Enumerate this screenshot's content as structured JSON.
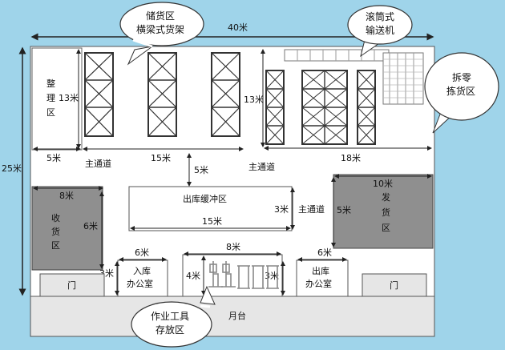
{
  "colors": {
    "background": "#9fd4ea",
    "floor": "#ffffff",
    "area_gray": "#8f8f8f",
    "dock": "#e6e6e6"
  },
  "dimensions": {
    "total_width": "40米",
    "total_height": "25米",
    "sort_height": "13米",
    "sort_width": "5米",
    "rack_width": "15米",
    "rack_height_right": "13米",
    "right_width": "18米",
    "aisle_gap": "5米",
    "recv_width": "8米",
    "recv_height": "6米",
    "ship_width": "10米",
    "ship_height": "5米",
    "buffer_width": "15米",
    "buffer_height": "3米",
    "in_office_width": "6米",
    "in_office_height": "3米",
    "tool_width": "8米",
    "tool_height": "4米",
    "tool_height_right": "3米",
    "out_office_width": "6米"
  },
  "labels": {
    "sorting_char1": "整",
    "sorting_char2": "理",
    "sorting_char3": "区",
    "main_aisle_left": "主通道",
    "main_aisle_right": "主通道",
    "main_aisle_mid": "主通道",
    "receiving": [
      "收",
      "货",
      "区"
    ],
    "shipping": [
      "发",
      "货",
      "区"
    ],
    "buffer": "出库缓冲区",
    "in_office": [
      "入库",
      "办公室"
    ],
    "out_office": [
      "出库",
      "办公室"
    ],
    "door_left": "门",
    "door_right": "门",
    "platform": "月台"
  },
  "callouts": {
    "storage": [
      "储货区",
      "横梁式货架"
    ],
    "roller": [
      "滚筒式",
      "输送机"
    ],
    "picking": [
      "拆零",
      "拣货区"
    ],
    "tools": [
      "作业工具",
      "存放区"
    ]
  }
}
